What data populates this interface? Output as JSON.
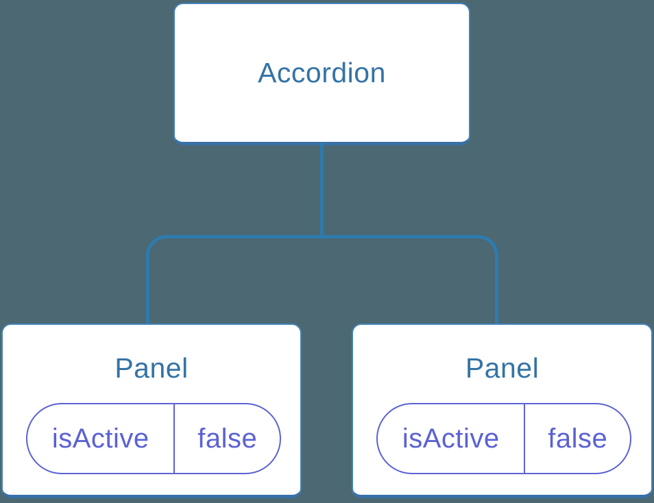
{
  "diagram": {
    "root": {
      "label": "Accordion"
    },
    "children": [
      {
        "label": "Panel",
        "state_key": "isActive",
        "state_value": "false"
      },
      {
        "label": "Panel",
        "state_key": "isActive",
        "state_value": "false"
      }
    ]
  },
  "colors": {
    "background": "#4B6873",
    "box_fill": "#FFFFFF",
    "box_border": "#4483B8",
    "box_border_bottom": "#3970A6",
    "connector": "#2E7BAE",
    "heading_text": "#3473A6",
    "pill": "#5B61D3"
  }
}
